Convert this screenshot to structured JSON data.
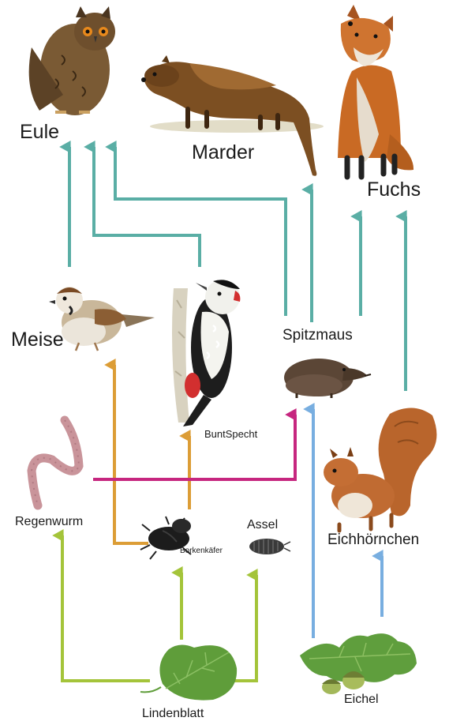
{
  "labels": {
    "eule": "Eule",
    "marder": "Marder",
    "fuchs": "Fuchs",
    "meise": "Meise",
    "spitzmaus": "Spitzmaus",
    "buntspecht": "BuntSpecht",
    "regenwurm": "Regenwurm",
    "borkenkaefer": "Borkenkäfer",
    "assel": "Assel",
    "eichhoernchen": "Eichhörnchen",
    "eichel": "Eichel",
    "lindenblatt": "Lindenblatt"
  },
  "colors": {
    "teal": "#5aaea5",
    "orange": "#dc9d36",
    "magenta": "#c6267f",
    "blue": "#78aee0",
    "green": "#a4c43a"
  }
}
